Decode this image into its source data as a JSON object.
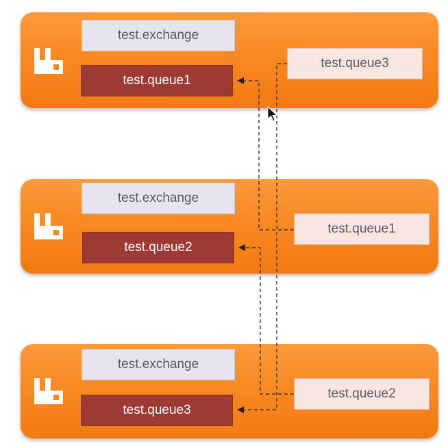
{
  "nodes": [
    {
      "exchange_label": "test.exchange",
      "queue_label": "test.queue1",
      "mirror_label": "test.queue3"
    },
    {
      "exchange_label": "test.exchange",
      "queue_label": "test.queue2",
      "mirror_label": "test.queue1"
    },
    {
      "exchange_label": "test.exchange",
      "queue_label": "test.queue3",
      "mirror_label": "test.queue2"
    }
  ],
  "icons": {
    "node_logo": "rabbitmq-logo-icon",
    "pointer": "mouse-cursor-icon"
  },
  "colors": {
    "node_orange": "#f7861f",
    "exchange_box": "#e8e4ef",
    "queue_box": "#9d3a34",
    "mirror_box": "#f9e6e0",
    "link_line": "#333333"
  }
}
